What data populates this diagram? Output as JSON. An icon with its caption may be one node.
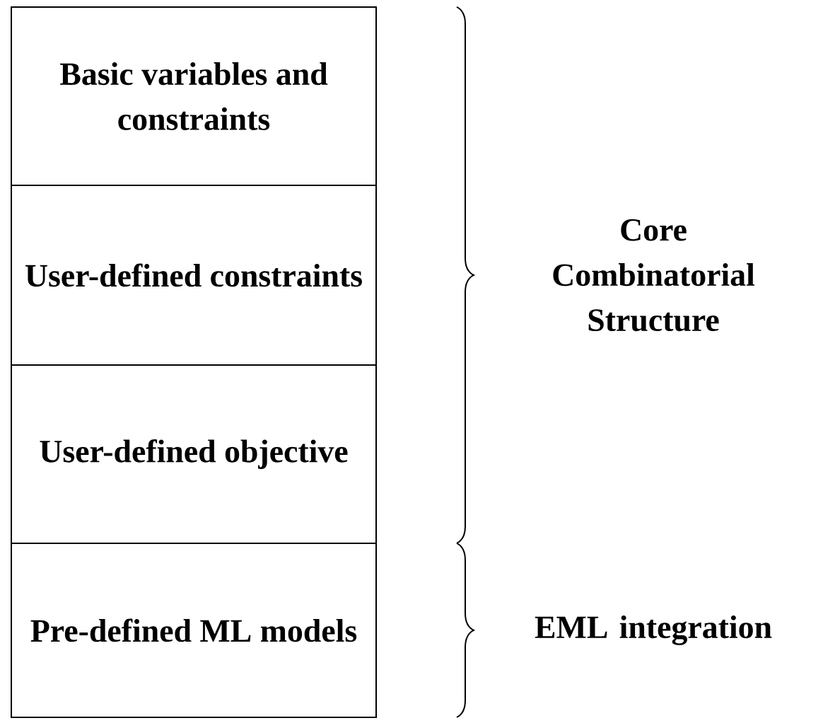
{
  "diagram": {
    "nodes": [
      {
        "text": [
          "Basic variables and constraints"
        ]
      },
      {
        "text": [
          "User-defined constraints"
        ]
      },
      {
        "text": [
          "User-defined objective"
        ]
      },
      {
        "text": [
          "Pre-defined ML models"
        ]
      }
    ],
    "labels": [
      "Core Combinatorial Structure",
      "EML integration"
    ]
  }
}
